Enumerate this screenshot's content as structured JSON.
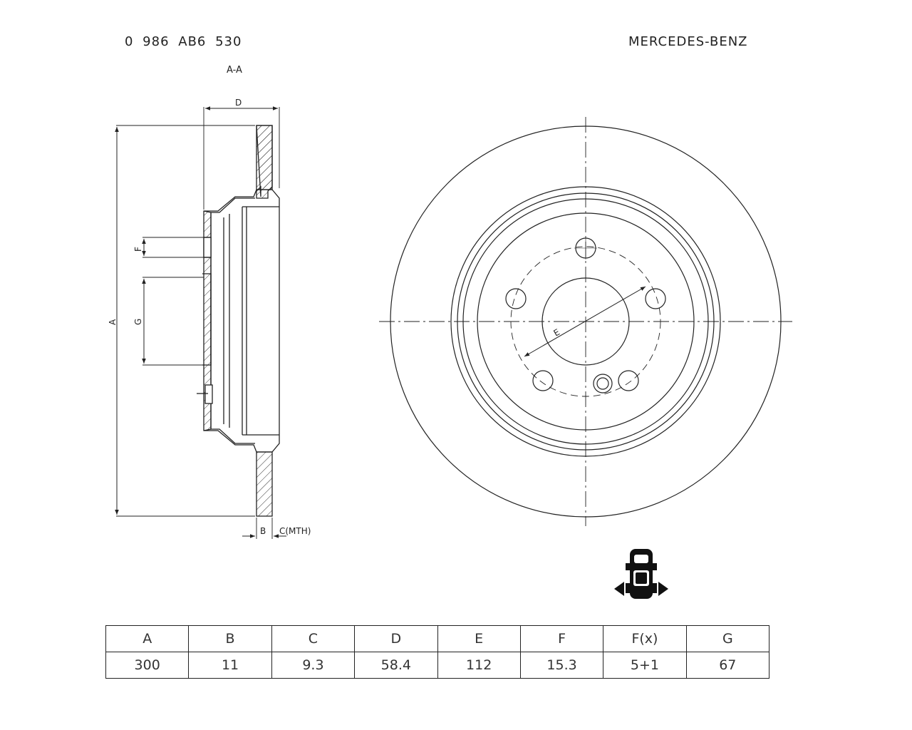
{
  "header": {
    "part_number": "0 986 AB6 530",
    "brand": "MERCEDES-BENZ"
  },
  "section": {
    "view_label": "A-A",
    "dim_labels": {
      "A": "A",
      "B": "B",
      "C": "C(MTH)",
      "D": "D",
      "E": "E",
      "F": "F",
      "G": "G"
    }
  },
  "icon": {
    "name": "rear-axle-car-icon"
  },
  "table": {
    "headers": [
      "A",
      "B",
      "C",
      "D",
      "E",
      "F",
      "F(x)",
      "G"
    ],
    "values": [
      "300",
      "11",
      "9.3",
      "58.4",
      "112",
      "15.3",
      "5+1",
      "67"
    ]
  }
}
